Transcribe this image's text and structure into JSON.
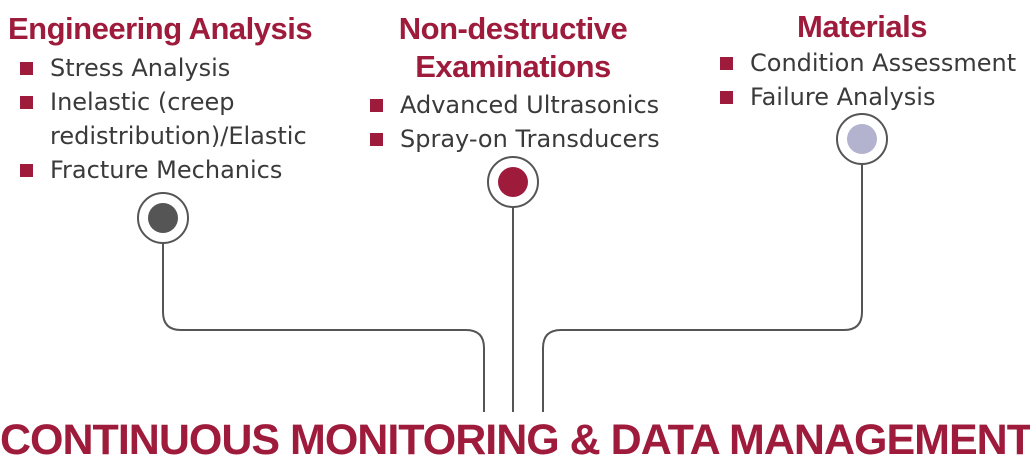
{
  "colors": {
    "accent": "#9e1b3c",
    "text": "#3a3a3a",
    "line": "#555555",
    "dot_engineering": "#555555",
    "dot_nde": "#9e1b3c",
    "dot_materials": "#b3b3cf"
  },
  "columns": [
    {
      "title": "Engineering Analysis",
      "items": [
        "Stress Analysis",
        "Inelastic (creep",
        "redistribution)/Elastic",
        "Fracture Mechanics"
      ]
    },
    {
      "title_line1": "Non-destructive",
      "title_line2": "Examinations",
      "items": [
        "Advanced Ultrasonics",
        "Spray-on Transducers"
      ]
    },
    {
      "title": "Materials",
      "items": [
        "Condition Assessment",
        "Failure Analysis"
      ]
    }
  ],
  "footer": "CONTINUOUS MONITORING & DATA MANAGEMENT"
}
